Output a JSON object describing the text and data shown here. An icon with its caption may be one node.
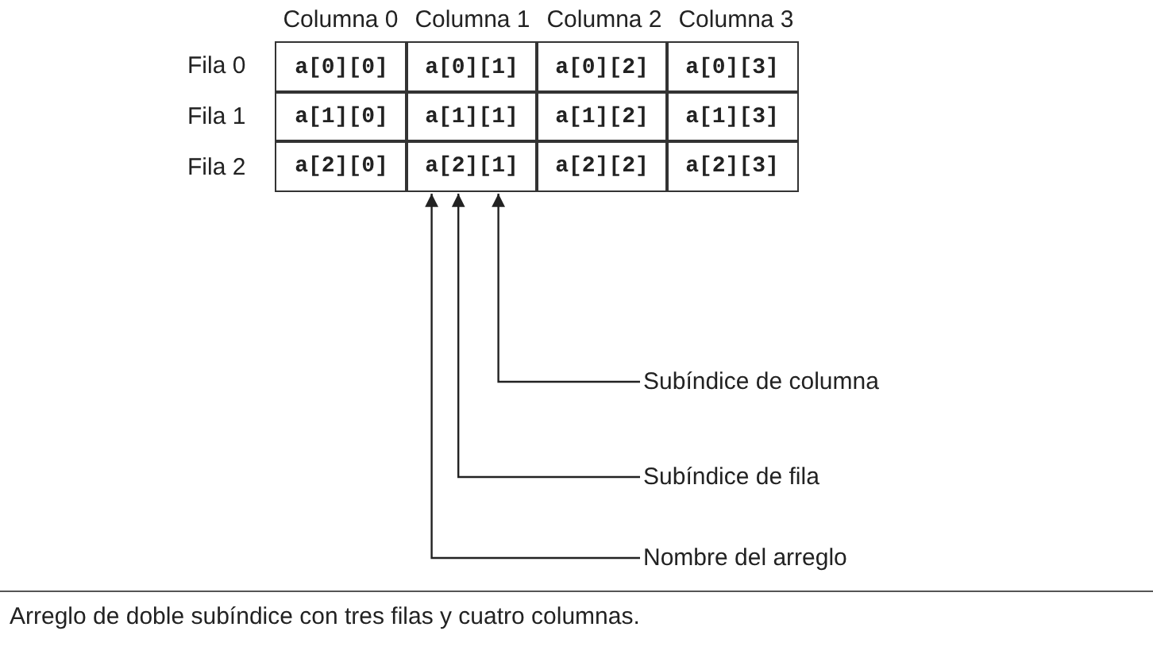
{
  "diagram": {
    "caption": "Arreglo de doble subíndice con tres filas y cuatro columnas.",
    "nodes": [
      {
        "text": [
          "Subíndice de columna"
        ]
      },
      {
        "text": [
          "Subíndice de fila"
        ]
      },
      {
        "text": [
          "Nombre del arreglo"
        ]
      },
      {
        "text": [
          "a[2][1]"
        ]
      }
    ],
    "edges": [
      {
        "from": 0,
        "to": 3,
        "arrow": "to"
      },
      {
        "from": 1,
        "to": 3,
        "arrow": "to"
      },
      {
        "from": 2,
        "to": 3,
        "arrow": "to"
      }
    ],
    "labels": [
      "Columna 0",
      "Columna 1",
      "Columna 2",
      "Columna 3",
      "Fila 0",
      "a[0][0]",
      "a[0][1]",
      "a[0][2]",
      "a[0][3]",
      "Fila 1",
      "a[1][0]",
      "a[1][1]",
      "a[1][2]",
      "a[1][3]",
      "Fila 2",
      "a[2][0]",
      "a[2][2]",
      "a[2][3]"
    ]
  }
}
